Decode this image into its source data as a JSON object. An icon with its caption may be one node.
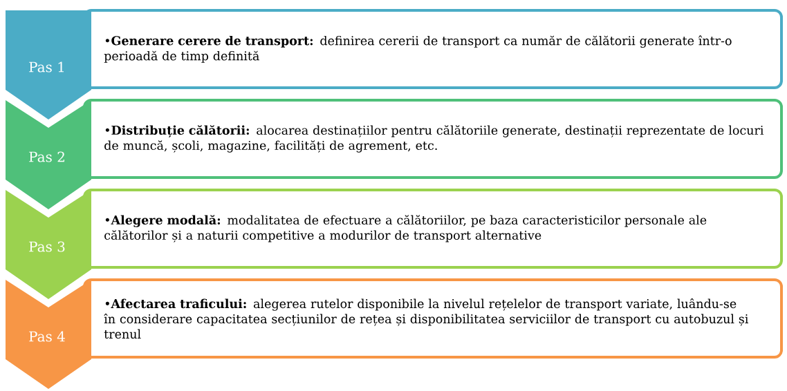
{
  "diagram": {
    "nodes": [
      {
        "text": [
          "Pas 1"
        ]
      },
      {
        "text": [
          "•**Generare cerere de transport:** definirea cererii de transport ca număr de călătorii generate într-o perioadă de timp definită"
        ]
      },
      {
        "text": [
          "Pas 2"
        ]
      },
      {
        "text": [
          "•**Distribuție călătorii:** alocarea destinațiilor pentru călătoriile generate, destinații reprezentate de locuri de muncă, școli, magazine, facilități de agrement, etc."
        ]
      },
      {
        "text": [
          "Pas 3"
        ]
      },
      {
        "text": [
          "•**Alegere modală:** modalitatea de efectuare a călătoriilor, pe baza caracteristicilor personale ale călătorilor și a naturii competitive a modurilor de transport alternative"
        ]
      },
      {
        "text": [
          "Pas 4"
        ]
      },
      {
        "text": [
          "•**Afectarea traficului:** alegerea rutelor disponibile la nivelul rețelelor de transport variate, luându-se în considerare capacitatea secțiunilor de rețea și disponibilitatea serviciilor de transport cu autobuzul și trenul"
        ]
      }
    ]
  }
}
